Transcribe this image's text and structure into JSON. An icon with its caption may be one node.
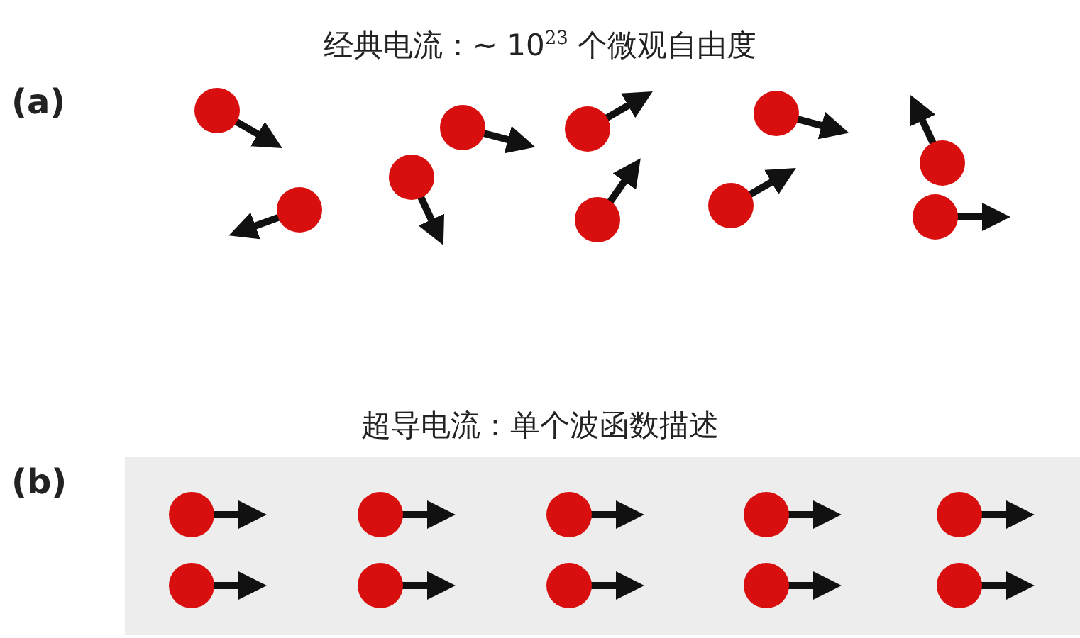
{
  "diagram": {
    "labels": [
      "(a)",
      "经典电流：~ 10$^{23}$ 个微观自由度",
      "超导电流：单个波函数描述",
      "(b)"
    ]
  }
}
